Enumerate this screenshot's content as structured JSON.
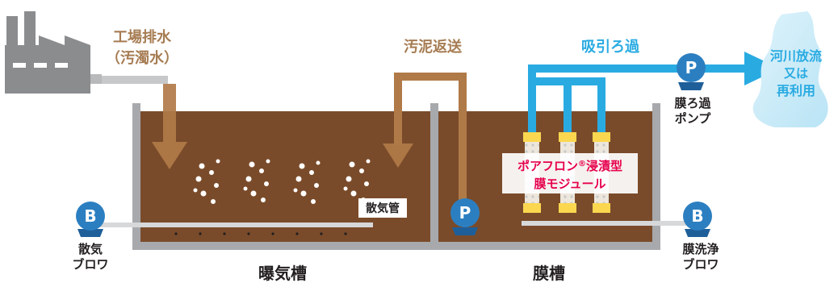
{
  "labels": {
    "wastewater_line1": "工場排水",
    "wastewater_line2": "（汚濁水）",
    "sludge_return": "汚泥返送",
    "suction_filtration": "吸引ろ過",
    "discharge_line1": "河川放流",
    "discharge_line2": "又は",
    "discharge_line3": "再利用",
    "filtrate_pump_line1": "膜ろ過",
    "filtrate_pump_line2": "ポンプ",
    "diffuser_pipe": "散気管",
    "module_line1": "ポアフロン",
    "module_reg": "®",
    "module_line1b": "浸漬型",
    "module_line2": "膜モジュール",
    "aeration_blower_line1": "散気",
    "aeration_blower_line2": "ブロワ",
    "cleaning_blower_line1": "膜洗浄",
    "cleaning_blower_line2": "ブロワ",
    "aeration_tank": "曝気槽",
    "membrane_tank": "膜槽"
  },
  "markers": {
    "pump": "P",
    "blower": "B"
  },
  "colors": {
    "tank_wall": "#a7a9ac",
    "sludge": "#7a4b2a",
    "brown_text": "#a67c52",
    "blue": "#29abe2",
    "pump_blue": "#2b7fc1",
    "module_cap": "#fbd750",
    "module_label_red": "#e6004c",
    "factory_gray": "#8a8c8e",
    "dark_text": "#231f20"
  }
}
